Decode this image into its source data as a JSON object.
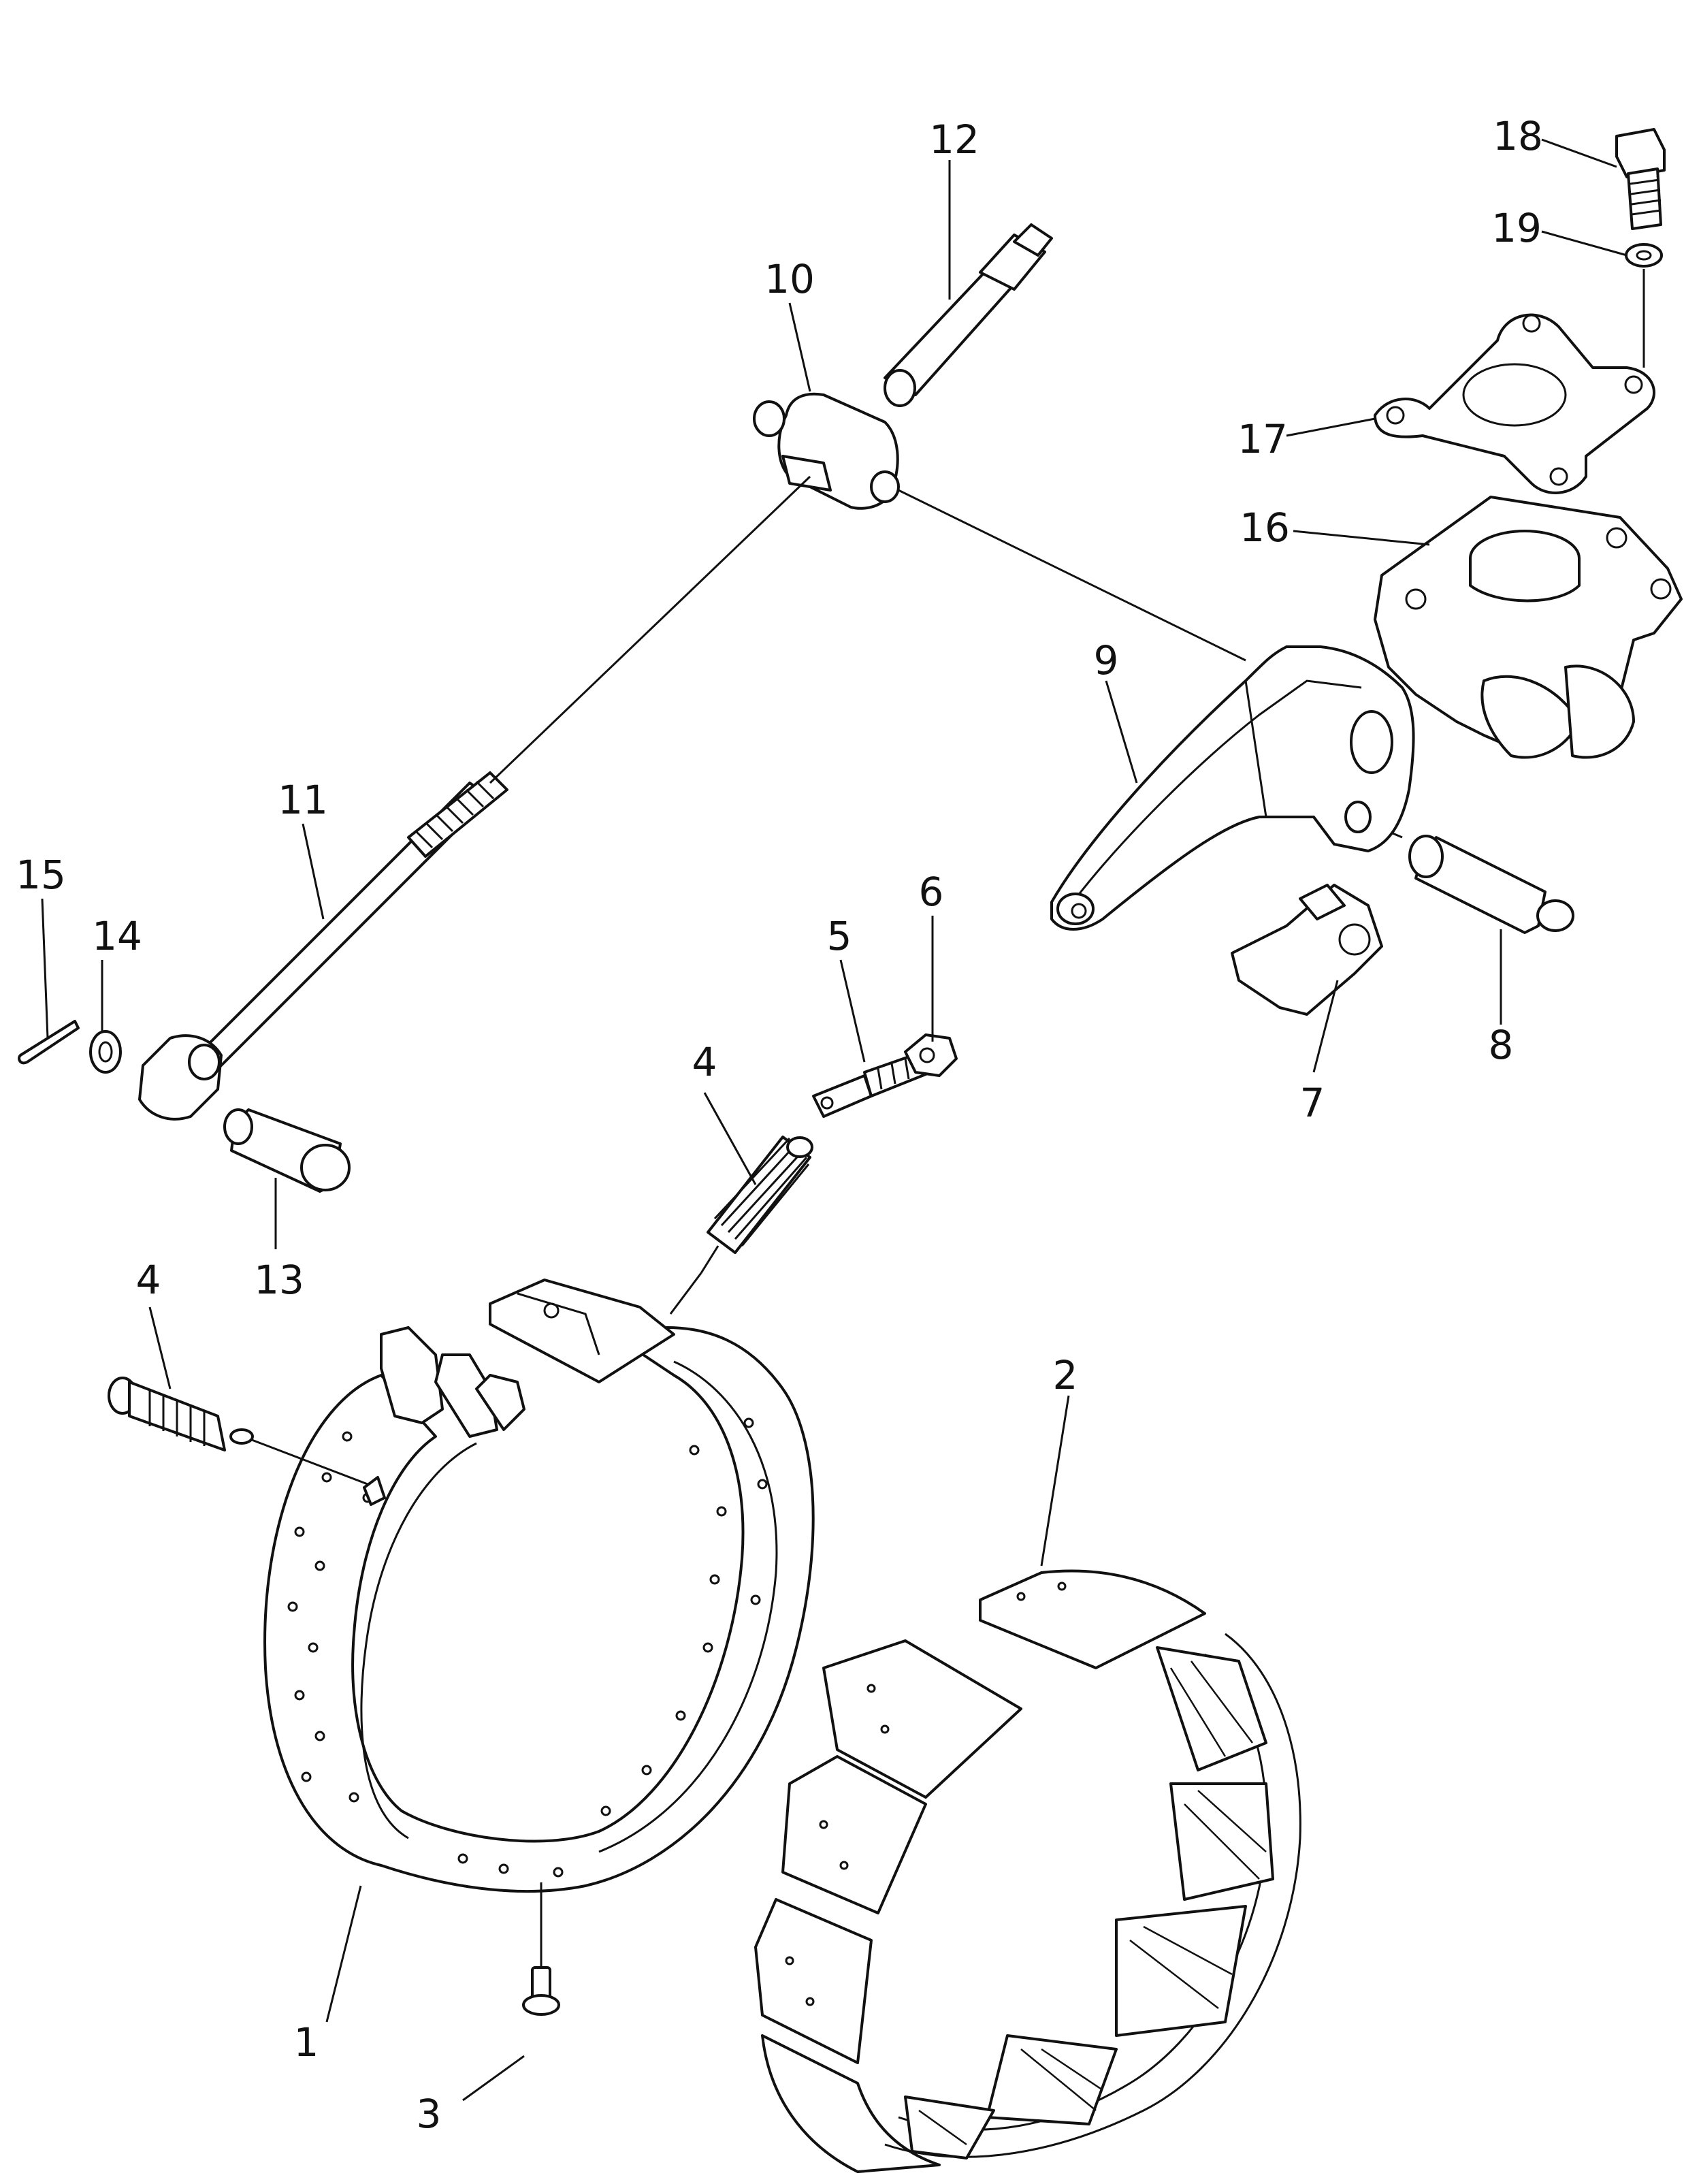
{
  "figure": {
    "callouts": [
      {
        "id": "label-1",
        "text": "1"
      },
      {
        "id": "label-2",
        "text": "2"
      },
      {
        "id": "label-3",
        "text": "3"
      },
      {
        "id": "label-4a",
        "text": "4"
      },
      {
        "id": "label-4b",
        "text": "4"
      },
      {
        "id": "label-5",
        "text": "5"
      },
      {
        "id": "label-6",
        "text": "6"
      },
      {
        "id": "label-7",
        "text": "7"
      },
      {
        "id": "label-8",
        "text": "8"
      },
      {
        "id": "label-9",
        "text": "9"
      },
      {
        "id": "label-10",
        "text": "10"
      },
      {
        "id": "label-11",
        "text": "11"
      },
      {
        "id": "label-12",
        "text": "12"
      },
      {
        "id": "label-13",
        "text": "13"
      },
      {
        "id": "label-14",
        "text": "14"
      },
      {
        "id": "label-15",
        "text": "15"
      },
      {
        "id": "label-16",
        "text": "16"
      },
      {
        "id": "label-17",
        "text": "17"
      },
      {
        "id": "label-18",
        "text": "18"
      },
      {
        "id": "label-19",
        "text": "19"
      }
    ]
  }
}
